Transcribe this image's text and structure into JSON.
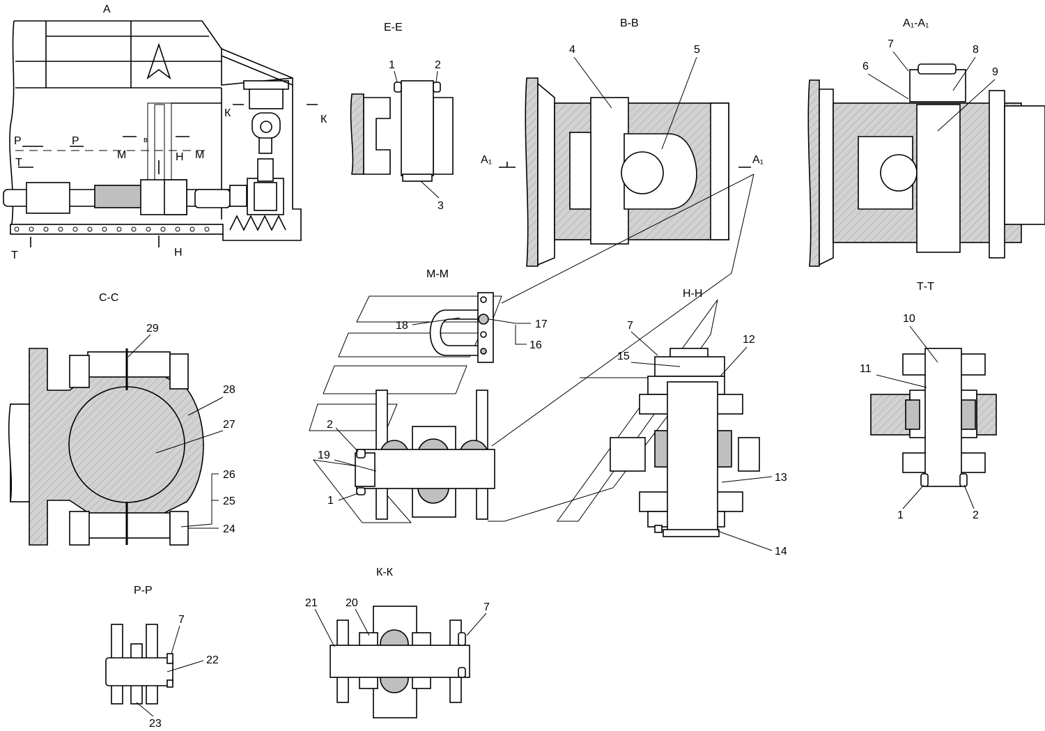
{
  "views": {
    "A": "А",
    "EE": "Е-Е",
    "BB": "В-В",
    "A1A1": "А₁-А₁",
    "MM": "М-М",
    "CC": "С-С",
    "HH": "Н-Н",
    "TT": "Т-Т",
    "PP": "Р-Р",
    "KK": "К-К"
  },
  "section_marks": {
    "P": "Р",
    "M": "М",
    "H": "Н",
    "T": "Т",
    "K": "К",
    "B": "в",
    "A1": "А₁"
  },
  "callouts": {
    "n1": "1",
    "n2": "2",
    "n3": "3",
    "n4": "4",
    "n5": "5",
    "n6": "6",
    "n7": "7",
    "n8": "8",
    "n9": "9",
    "n10": "10",
    "n11": "11",
    "n12": "12",
    "n13": "13",
    "n14": "14",
    "n15": "15",
    "n16": "16",
    "n17": "17",
    "n18": "18",
    "n19": "19",
    "n20": "20",
    "n21": "21",
    "n22": "22",
    "n23": "23",
    "n24": "24",
    "n25": "25",
    "n26": "26",
    "n27": "27",
    "n28": "28",
    "n29": "29"
  }
}
